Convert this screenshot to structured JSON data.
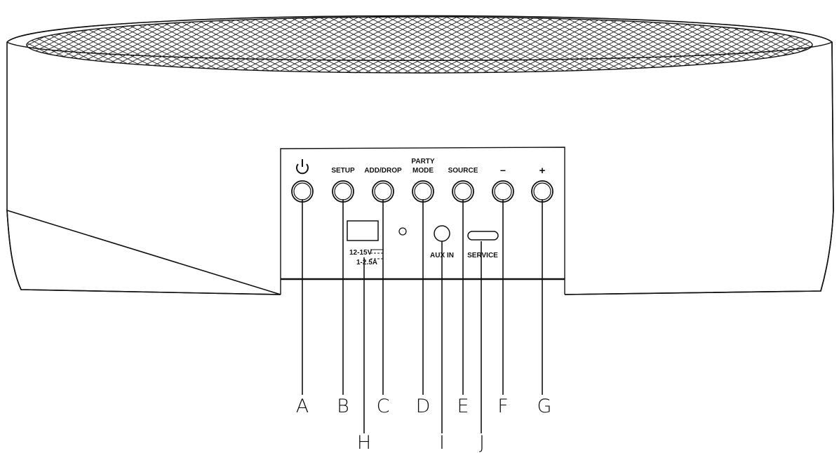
{
  "buttons": [
    {
      "id": "power",
      "icon": "power-icon",
      "label": "",
      "callout": "A"
    },
    {
      "id": "setup",
      "label": "SETUP",
      "callout": "B"
    },
    {
      "id": "add-drop",
      "label": "ADD/DROP",
      "callout": "C"
    },
    {
      "id": "party-mode",
      "label_line1": "PARTY",
      "label_line2": "MODE",
      "callout": "D"
    },
    {
      "id": "source",
      "label": "SOURCE",
      "callout": "E"
    },
    {
      "id": "volume-down",
      "label": "−",
      "callout": "F"
    },
    {
      "id": "volume-up",
      "label": "+",
      "callout": "G"
    }
  ],
  "ports": {
    "dc_in": {
      "label_line1": "12-15V",
      "label_line2": "1-2.5A",
      "callout": "H"
    },
    "aux_in": {
      "label": "AUX IN",
      "callout": "I"
    },
    "service": {
      "label": "SERVICE",
      "callout": "J"
    }
  }
}
